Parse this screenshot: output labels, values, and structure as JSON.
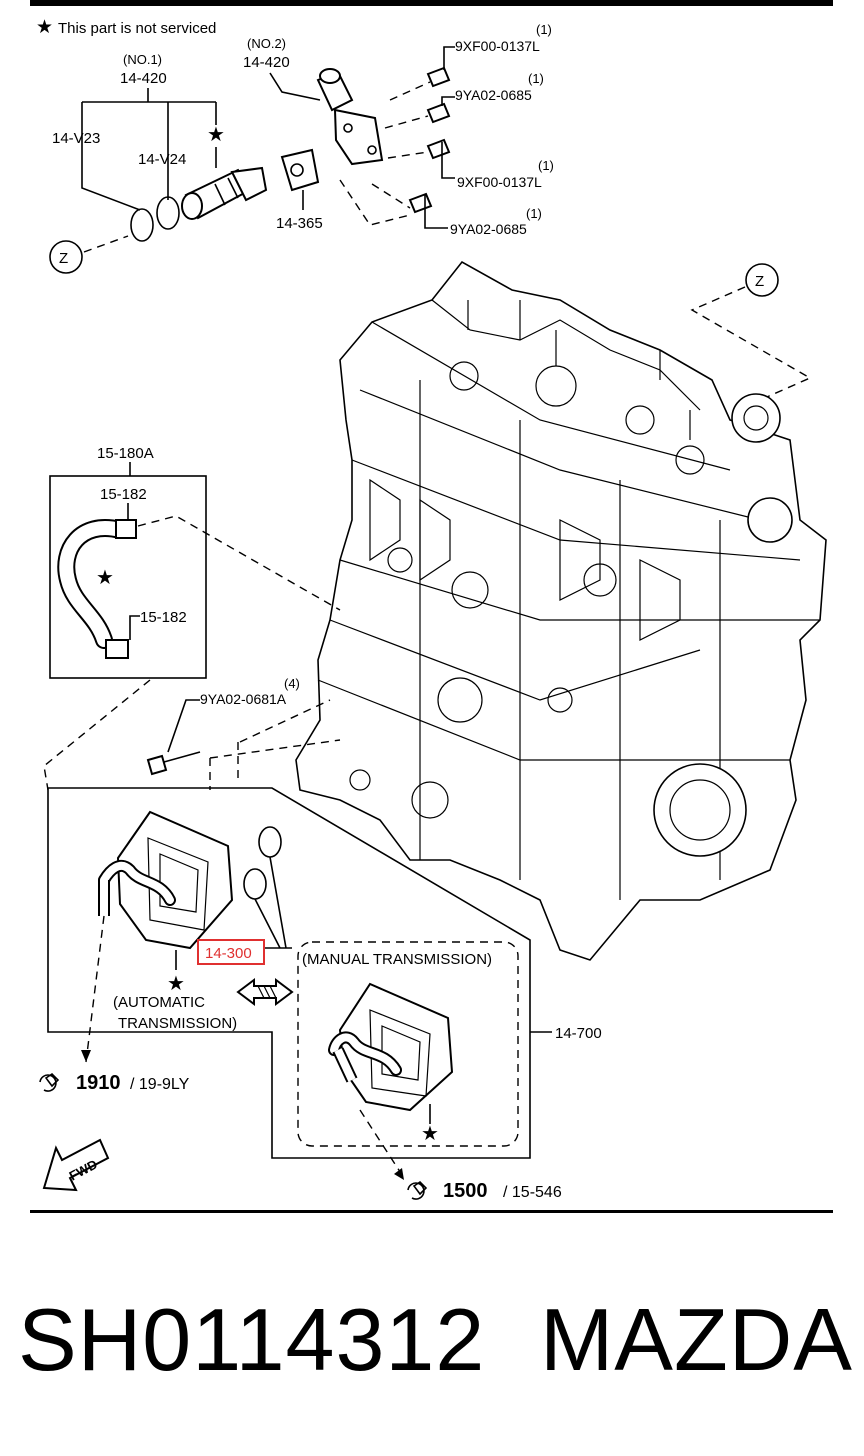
{
  "note": {
    "star": "★",
    "text": "This part is not serviced"
  },
  "callouts": {
    "no1_tag": "(NO.1)",
    "no1_code": "14-420",
    "no2_tag": "(NO.2)",
    "no2_code": "14-420",
    "v23": "14-V23",
    "v24": "14-V24",
    "gasket_365": "14-365",
    "bolt_a_qty": "(1)",
    "bolt_a": "9XF00-0137L",
    "bolt_b_qty": "(1)",
    "bolt_b": "9YA02-0685",
    "bolt_c_qty": "(1)",
    "bolt_c": "9XF00-0137L",
    "bolt_d_qty": "(1)",
    "bolt_d": "9YA02-0685",
    "view_z_left": "Z",
    "view_z_right": "Z",
    "hose_assy": "15-180A",
    "clamp_top": "15-182",
    "clamp_bottom": "15-182",
    "bolt_e_qty": "(4)",
    "bolt_e": "9YA02-0681A",
    "oil_cooler_part": "14-300",
    "auto_trans_line1": "(AUTOMATIC",
    "auto_trans_line2": "TRANSMISSION)",
    "manual_trans": "(MANUAL TRANSMISSION)",
    "cooler_assy": "14-700",
    "ref1_code": "1910",
    "ref1_sub": "/ 19-9LY",
    "ref2_code": "1500",
    "ref2_sub": "/ 15-546",
    "fwd": "FWD"
  },
  "colors": {
    "highlight": "#e03030",
    "ink": "#000000"
  },
  "footer": {
    "part_number": "SH0114312",
    "brand": "MAZDA"
  }
}
